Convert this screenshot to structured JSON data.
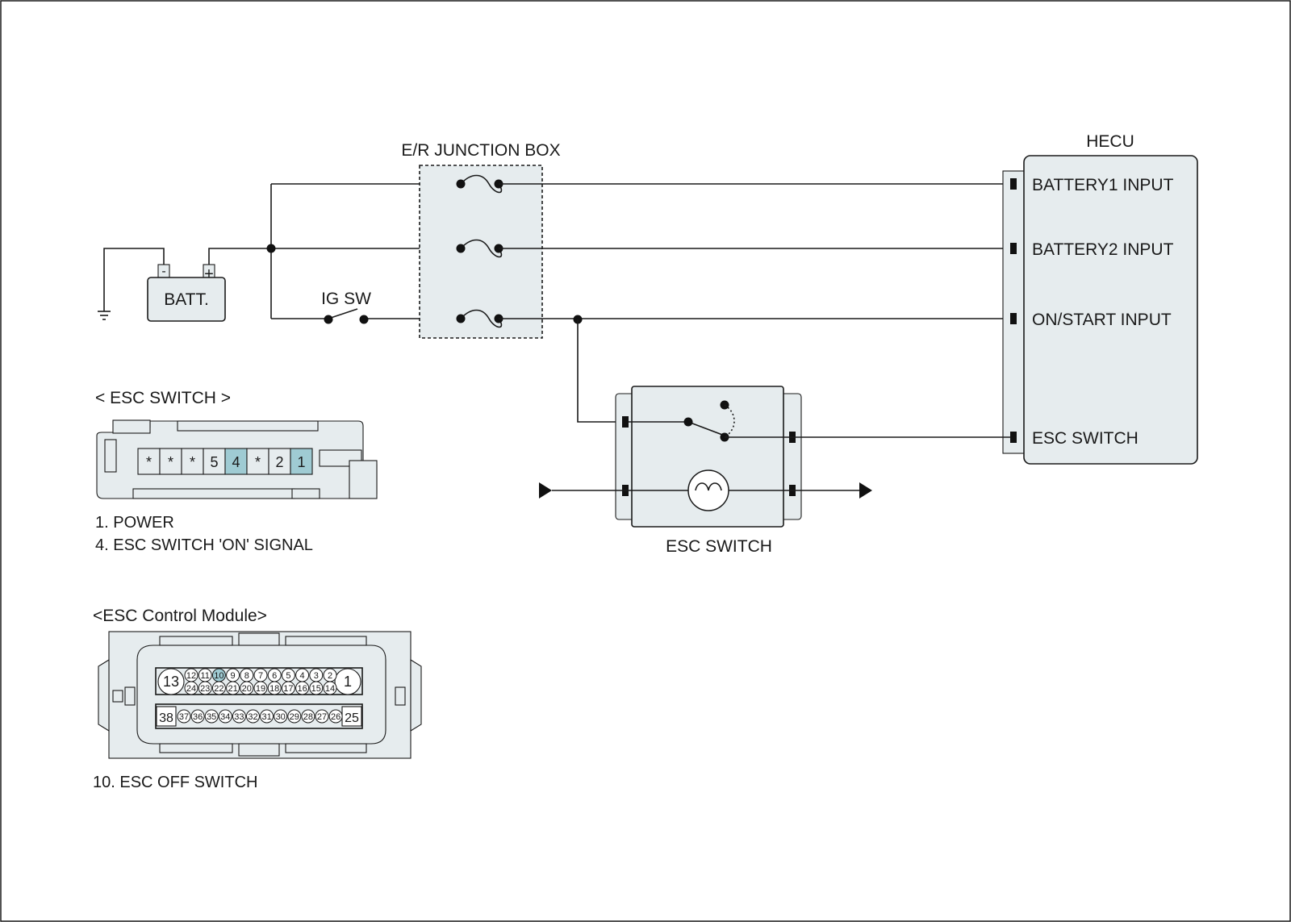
{
  "colors": {
    "fill": "#e6ecee",
    "highlight": "#9fcbd3",
    "line": "#1a1a1a"
  },
  "labels": {
    "junction_box": "E/R JUNCTION BOX",
    "hecu": "HECU",
    "batt": "BATT.",
    "ig_sw": "IG SW",
    "esc_switch": "ESC SWITCH",
    "batt_minus": "-",
    "batt_plus": "+"
  },
  "hecu_pins": [
    "BATTERY1 INPUT",
    "BATTERY2 INPUT",
    "ON/START INPUT",
    "ESC SWITCH"
  ],
  "esc_switch_connector": {
    "title": "< ESC SWITCH >",
    "pins": [
      "*",
      "*",
      "*",
      "5",
      "4",
      "*",
      "2",
      "1"
    ],
    "highlighted": [
      "4",
      "1"
    ],
    "legend": [
      "1. POWER",
      "4. ESC SWITCH 'ON' SIGNAL"
    ]
  },
  "esc_module_connector": {
    "title": "<ESC Control Module>",
    "row1_big_left": "13",
    "row1_big_right": "1",
    "row1_top": [
      "12",
      "11",
      "10",
      "9",
      "8",
      "7",
      "6",
      "5",
      "4",
      "3",
      "2"
    ],
    "row1_bottom": [
      "24",
      "23",
      "22",
      "21",
      "20",
      "19",
      "18",
      "17",
      "16",
      "15",
      "14"
    ],
    "row2_big_left": "38",
    "row2_big_right": "25",
    "row2": [
      "37",
      "36",
      "35",
      "34",
      "33",
      "32",
      "31",
      "30",
      "29",
      "28",
      "27",
      "26"
    ],
    "highlighted": [
      "10"
    ],
    "legend": [
      "10. ESC OFF SWITCH"
    ]
  }
}
